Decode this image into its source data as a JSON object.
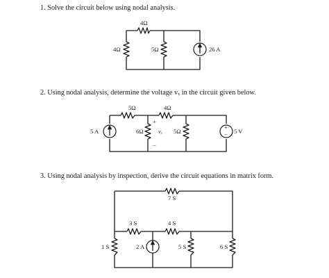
{
  "questions": [
    {
      "text": "1. Solve the circuit below using nodal analysis.",
      "labels": {
        "r_top": "4Ω",
        "r_left": "4Ω",
        "r_mid": "5Ω",
        "source": "26 A"
      }
    },
    {
      "text": "2. Using nodal analysis, determine the voltage vₓ in the circuit given below.",
      "labels": {
        "r_top1": "5Ω",
        "r_top2": "4Ω",
        "source_i": "5 A",
        "r_mid": "6Ω",
        "vx_plus": "+",
        "vx": "vₓ",
        "vx_minus": "−",
        "r_right": "5Ω",
        "vs_plus": "+",
        "vs_minus": "−",
        "source_v": "5 V"
      }
    },
    {
      "text": "3. Using nodal analysis by inspection, derive the circuit equations in matrix form.",
      "labels": {
        "g_top": "7 S",
        "g_3": "3 S",
        "g_4": "4 S",
        "g_1": "1 S",
        "source_i": "2 A",
        "g_5": "5 S",
        "g_6": "6 S"
      }
    }
  ]
}
